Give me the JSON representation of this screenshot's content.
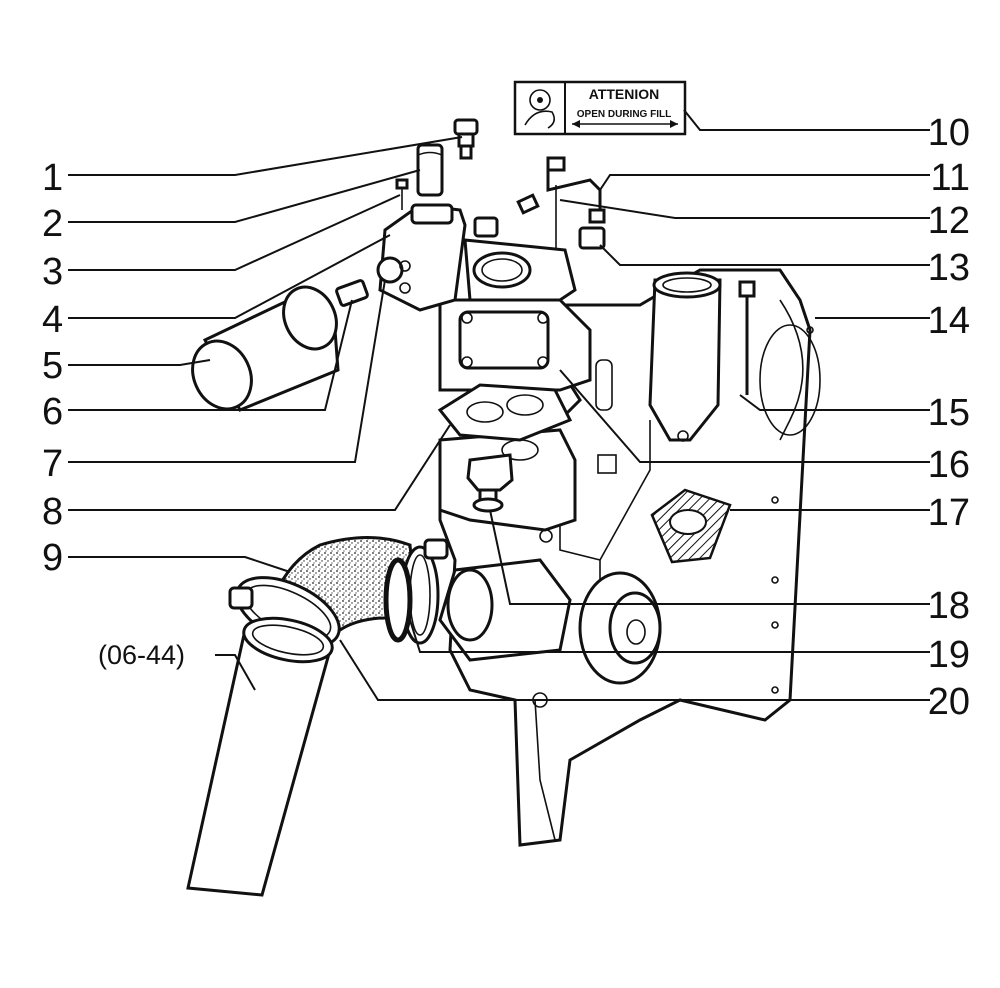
{
  "attention_label": {
    "title": "ATTENION",
    "subtitle": "OPEN DURING FILL"
  },
  "reference": "(06-44)",
  "callouts": [
    "1",
    "2",
    "3",
    "4",
    "5",
    "6",
    "7",
    "8",
    "9",
    "10",
    "11",
    "12",
    "13",
    "14",
    "15",
    "16",
    "17",
    "18",
    "19",
    "20"
  ]
}
